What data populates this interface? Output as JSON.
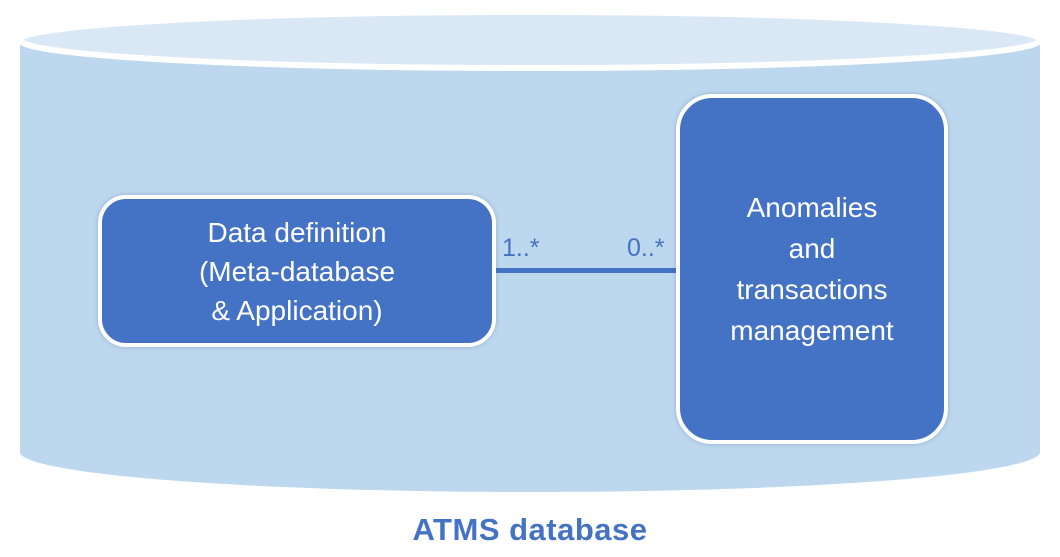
{
  "diagram": {
    "title": "ATMS database",
    "container": {
      "shape": "database-cylinder",
      "label": "ATMS database"
    },
    "nodes": [
      {
        "id": "data-definition",
        "lines": [
          "Data definition",
          "(Meta-database",
          "& Application)"
        ]
      },
      {
        "id": "anomalies-transactions-management",
        "lines": [
          "Anomalies",
          "and",
          "transactions",
          "management"
        ]
      }
    ],
    "edge": {
      "from": "data-definition",
      "to": "anomalies-transactions-management",
      "from_multiplicity": "1..*",
      "to_multiplicity": "0..*"
    },
    "colors": {
      "node_fill": "#4472C4",
      "node_border": "#ffffff",
      "node_text": "#ffffff",
      "cylinder_body": "#BDD7EE",
      "cylinder_top": "#DAE7F5",
      "rim": "#ffffff",
      "connector": "#4472C4",
      "multiplicity_text": "#4472C4",
      "title_text": "#4472C4"
    }
  }
}
